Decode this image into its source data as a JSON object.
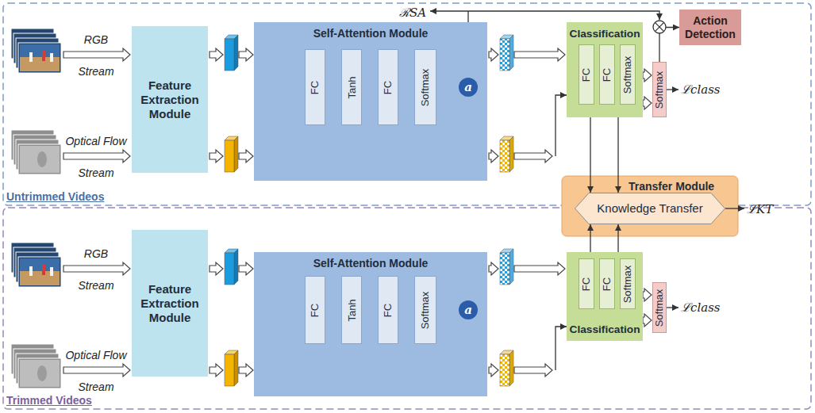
{
  "diagram": {
    "nodes": [
      {
        "text": [
          "Untrimmed Videos"
        ]
      },
      {
        "text": [
          "Feature Extraction Module"
        ],
        "in": 0
      },
      {
        "text": [
          "Self-Attention Module"
        ],
        "in": 0
      },
      {
        "text": [
          "FC"
        ],
        "in": 2
      },
      {
        "text": [
          "Tanh"
        ],
        "in": 2
      },
      {
        "text": [
          "FC"
        ],
        "in": 2
      },
      {
        "text": [
          "Softmax"
        ],
        "in": 2
      },
      {
        "text": [
          "a"
        ],
        "in": 2
      },
      {
        "text": [
          "Classification"
        ],
        "in": 0
      },
      {
        "text": [
          "FC"
        ],
        "in": 8
      },
      {
        "text": [
          "FC"
        ],
        "in": 8
      },
      {
        "text": [
          "Softmax"
        ],
        "in": 8
      },
      {
        "text": [
          "Softmax"
        ],
        "in": 0
      },
      {
        "text": [
          "Action Detection"
        ],
        "in": 0
      },
      {
        "text": [
          "Transfer Module"
        ]
      },
      {
        "text": [
          "Knowledge Transfer"
        ],
        "in": 14
      },
      {
        "text": [
          "Trimmed Videos"
        ]
      },
      {
        "text": [
          "Feature Extraction Module"
        ],
        "in": 16
      },
      {
        "text": [
          "Self-Attention Module"
        ],
        "in": 16
      },
      {
        "text": [
          "FC"
        ],
        "in": 18
      },
      {
        "text": [
          "Tanh"
        ],
        "in": 18
      },
      {
        "text": [
          "FC"
        ],
        "in": 18
      },
      {
        "text": [
          "Softmax"
        ],
        "in": 18
      },
      {
        "text": [
          "a"
        ],
        "in": 18
      },
      {
        "text": [
          "Classification"
        ],
        "in": 16
      },
      {
        "text": [
          "FC"
        ],
        "in": 24
      },
      {
        "text": [
          "FC"
        ],
        "in": 24
      },
      {
        "text": [
          "Softmax"
        ],
        "in": 24
      },
      {
        "text": [
          "Softmax"
        ],
        "in": 16
      }
    ],
    "edges": [
      {
        "from": 6,
        "to": 7,
        "arrow": "to"
      },
      {
        "from": 12,
        "to": 13,
        "arrow": "to"
      },
      {
        "from": 8,
        "to": 15,
        "arrow": "to"
      },
      {
        "from": 22,
        "to": 23,
        "arrow": "to"
      },
      {
        "from": 24,
        "to": 15,
        "arrow": "to"
      }
    ],
    "labels": [
      "RGB",
      "Stream",
      "Optical Flow",
      "Stream",
      "ℛSA",
      "ℒclass",
      "ℒKT",
      "RGB",
      "Stream",
      "Optical Flow",
      "Stream",
      "ℒclass"
    ]
  }
}
